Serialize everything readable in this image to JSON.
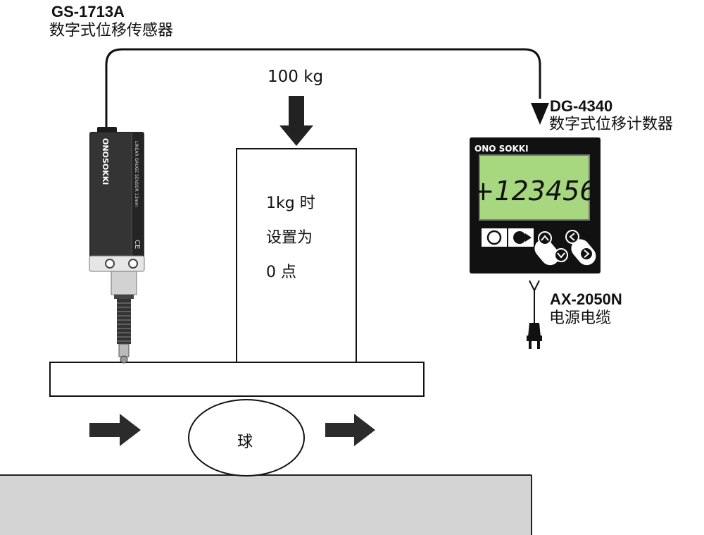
{
  "sensor": {
    "model": "GS-1713A",
    "description": "数字式位移传感器",
    "brand": "ONOSOKKI",
    "body_text": "LINEAR GAUGE SENSOR 13mm",
    "ce_mark": "CE"
  },
  "counter": {
    "model": "DG-4340",
    "description": "数字式位移计数器",
    "brand": "ONO SOKKI",
    "display_value": "+123456",
    "display_color": "#a7d77f"
  },
  "cable": {
    "model": "AX-2050N",
    "description": "电源电缆"
  },
  "load": {
    "label": "100 kg"
  },
  "weight_block": {
    "lines": [
      "1kg 时",
      "设置为",
      "0 点"
    ]
  },
  "ball": {
    "label": "球"
  }
}
